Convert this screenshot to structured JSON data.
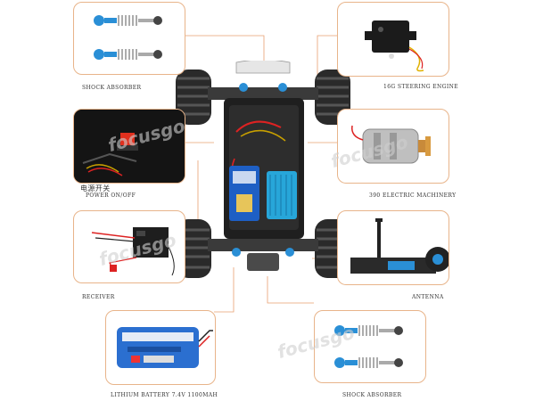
{
  "labels": {
    "shock_absorber_top": "SHOCK ABSORBER",
    "steering_engine": "16G STEERING ENGINE",
    "power_switch_cn": "电源开关",
    "power_switch_en": "POWER ON/OFF",
    "electric_machinery": "390 ELECTRIC MACHINERY",
    "receiver": "RECEIVER",
    "antenna": "ANTENNA",
    "lithium_battery": "LITHIUM BATTERY 7.4V 1100MAH",
    "shock_absorber_bottom": "SHOCK ABSORBER"
  },
  "watermark": "focusgo",
  "colors": {
    "callout_border": "#e8b48a",
    "leader_line": "#e8a070",
    "shock_blue": "#2a8fd6",
    "motor_copper": "#c88a3a",
    "battery_blue": "#2b6fd0"
  }
}
